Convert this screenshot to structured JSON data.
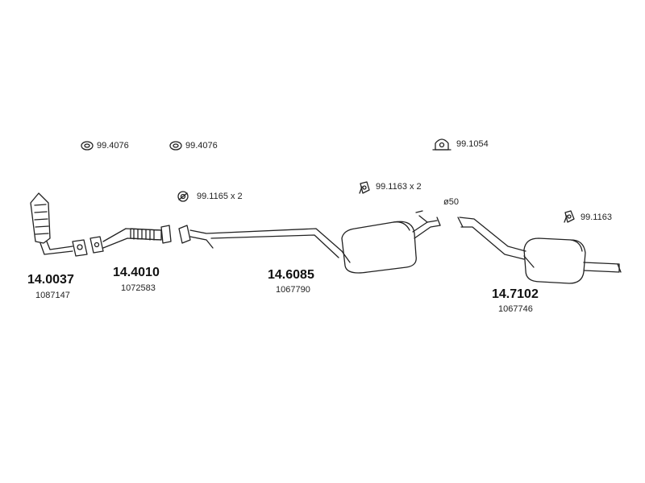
{
  "accessories": {
    "gasket_a": "99.4076",
    "gasket_b": "99.4076",
    "clamp_top": "99.1054",
    "mount_pair_1": "99.1165 x 2",
    "mount_pair_2": "99.1163 x 2",
    "mount_single": "99.1163",
    "diameter": "ø50"
  },
  "parts": [
    {
      "number": "14.0037",
      "oe": "1087147"
    },
    {
      "number": "14.4010",
      "oe": "1072583"
    },
    {
      "number": "14.6085",
      "oe": "1067790"
    },
    {
      "number": "14.7102",
      "oe": "1067746"
    }
  ]
}
